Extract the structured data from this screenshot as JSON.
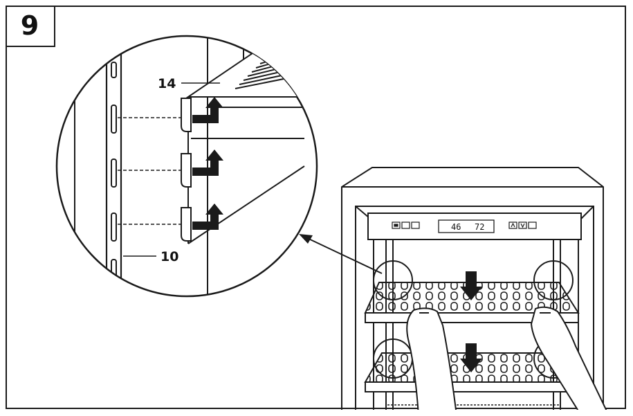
{
  "step": {
    "number": "9"
  },
  "callouts": {
    "shelf_label": "14",
    "rail_label": "10"
  },
  "display": {
    "left_temp": "46",
    "right_temp": "72"
  },
  "colors": {
    "line": "#1a1a1a",
    "background": "#ffffff",
    "hook_fill": "#1a1a1a"
  },
  "icons": {
    "push_arrow": "down-arrow-icon",
    "hook_arrow": "hook-arrow-icon"
  }
}
